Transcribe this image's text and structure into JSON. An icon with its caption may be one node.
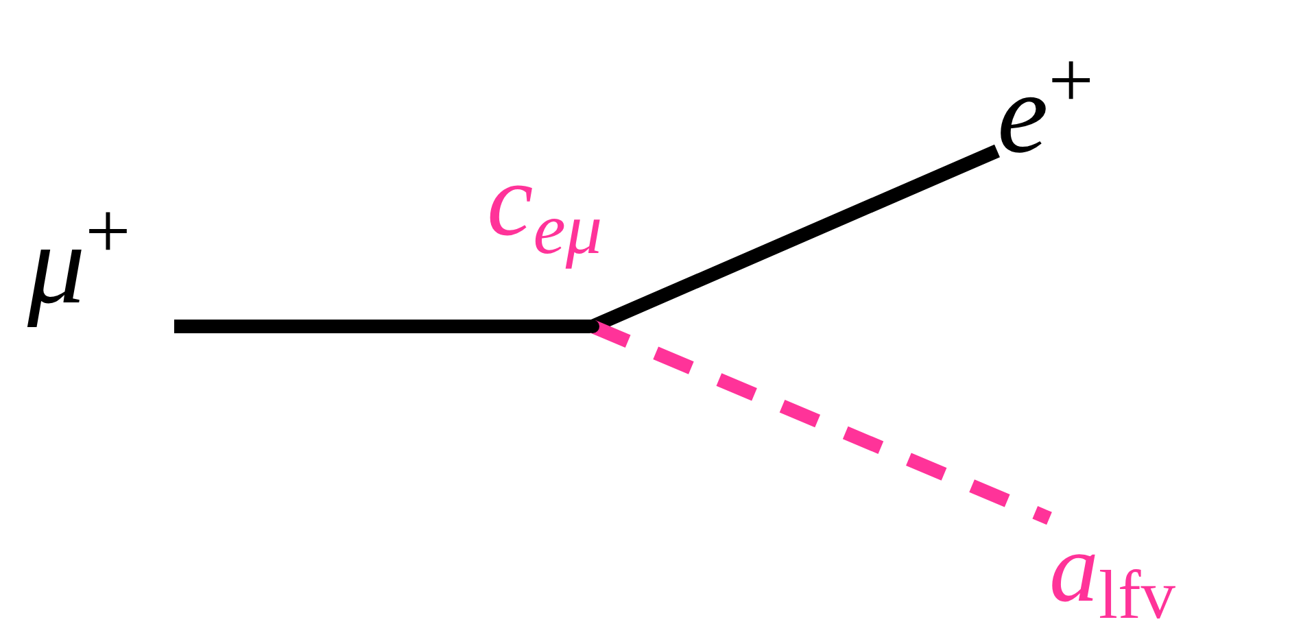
{
  "diagram": {
    "nodes": [
      {
        "text": [
          "*μ*$^{+}$"
        ]
      },
      {
        "text": [],
        "shape": "point",
        "beside": [
          "c$_{eμ}$"
        ]
      },
      {
        "text": [
          "*e*$^{+}$"
        ]
      },
      {
        "text": [
          "*a*$_{lfv}$"
        ]
      }
    ],
    "edges": [
      {
        "from": 0,
        "to": 1,
        "arrow": "none"
      },
      {
        "from": 1,
        "to": 2,
        "arrow": "none"
      },
      {
        "from": 1,
        "to": 3,
        "arrow": "none",
        "style": "dashed",
        "color": "#ff3399"
      }
    ]
  }
}
